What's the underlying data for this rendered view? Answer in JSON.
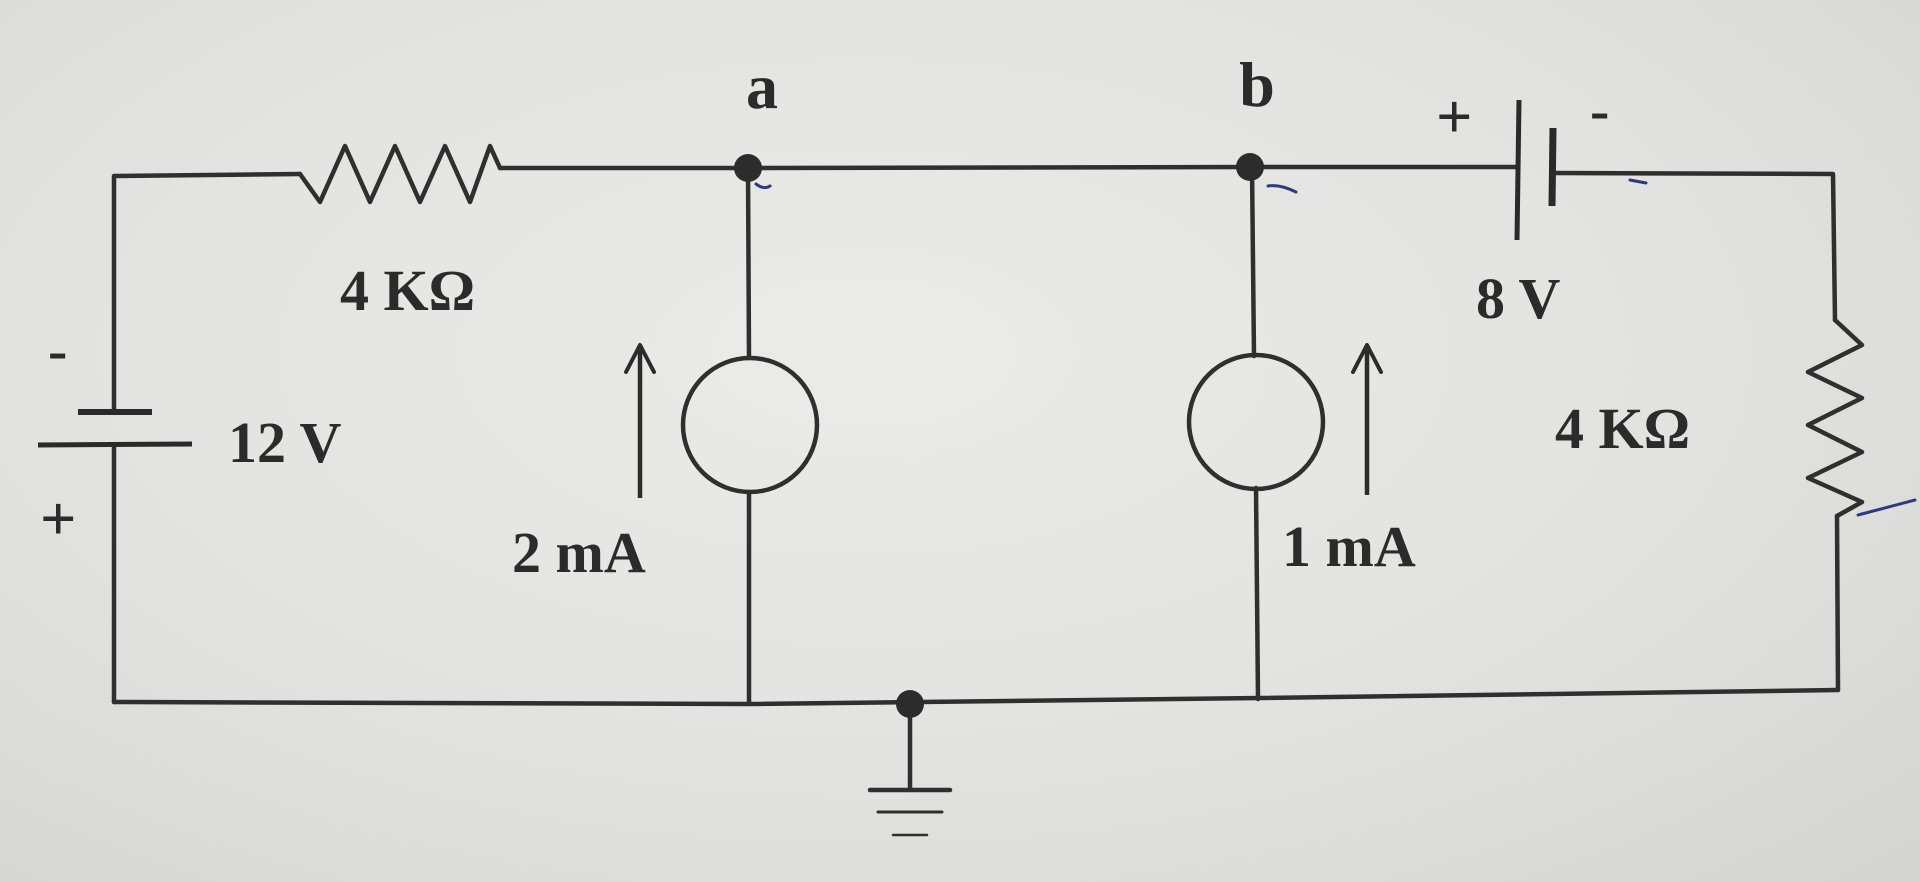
{
  "labels": {
    "node_a": "a",
    "node_b": "b",
    "resistor_top": "4 KΩ",
    "resistor_right": "4 KΩ",
    "source_left": "12 V",
    "source_left_minus": "-",
    "source_left_plus": "+",
    "source_top": "8 V",
    "source_top_plus": "+",
    "source_top_minus": "-",
    "current_a": "2 mA",
    "current_b": "1 mA"
  },
  "colors": {
    "ink": "#2b2b2b",
    "pen_marks": "#2e3a7a",
    "paper": "#e4e4e2"
  }
}
